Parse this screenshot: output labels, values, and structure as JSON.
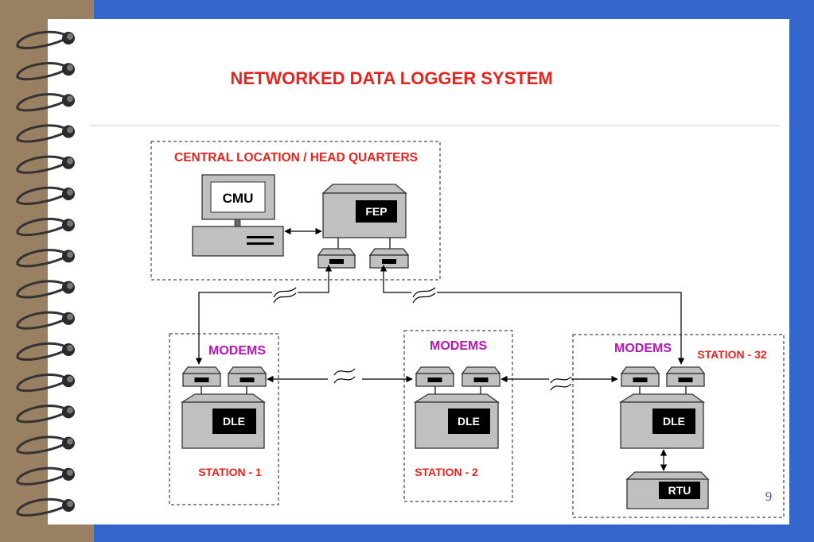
{
  "slide": {
    "title": "NETWORKED DATA LOGGER SYSTEM",
    "page_number": "9"
  },
  "central": {
    "heading": "CENTRAL LOCATION / HEAD QUARTERS",
    "cmu_label": "CMU",
    "fep_label": "FEP"
  },
  "stations": [
    {
      "modems_label": "MODEMS",
      "dle_label": "DLE",
      "station_label": "STATION - 1"
    },
    {
      "modems_label": "MODEMS",
      "dle_label": "DLE",
      "station_label": "STATION - 2"
    },
    {
      "modems_label": "MODEMS",
      "dle_label": "DLE",
      "station_label": "STATION - 32",
      "rtu_label": "RTU"
    }
  ],
  "colors": {
    "background": "#3366cc",
    "spine": "#9a8063",
    "title_red": "#e8231c",
    "modems_magenta": "#b515b5",
    "device_gray": "#c0c0c0"
  }
}
